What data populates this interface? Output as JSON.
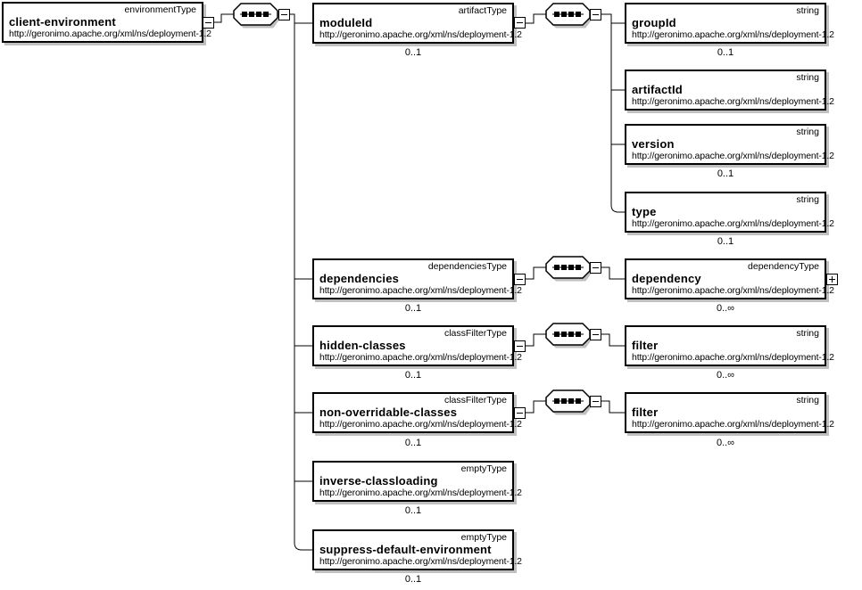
{
  "namespace": "http://geronimo.apache.org/xml/ns/deployment-1.2",
  "nodes": [
    {
      "name": "client-environment",
      "type": "environmentType",
      "url": "http://geronimo.apache.org/xml/ns/deployment-1.2"
    },
    {
      "name": "moduleId",
      "type": "artifactType",
      "url": "http://geronimo.apache.org/xml/ns/deployment-1.2",
      "occurrence": "0..1"
    },
    {
      "name": "dependencies",
      "type": "dependenciesType",
      "url": "http://geronimo.apache.org/xml/ns/deployment-1.2",
      "occurrence": "0..1"
    },
    {
      "name": "hidden-classes",
      "type": "classFilterType",
      "url": "http://geronimo.apache.org/xml/ns/deployment-1.2",
      "occurrence": "0..1"
    },
    {
      "name": "non-overridable-classes",
      "type": "classFilterType",
      "url": "http://geronimo.apache.org/xml/ns/deployment-1.2",
      "occurrence": "0..1"
    },
    {
      "name": "inverse-classloading",
      "type": "emptyType",
      "url": "http://geronimo.apache.org/xml/ns/deployment-1.2",
      "occurrence": "0..1"
    },
    {
      "name": "suppress-default-environment",
      "type": "emptyType",
      "url": "http://geronimo.apache.org/xml/ns/deployment-1.2",
      "occurrence": "0..1"
    },
    {
      "name": "groupId",
      "type": "string",
      "url": "http://geronimo.apache.org/xml/ns/deployment-1.2",
      "occurrence": "0..1"
    },
    {
      "name": "artifactId",
      "type": "string",
      "url": "http://geronimo.apache.org/xml/ns/deployment-1.2"
    },
    {
      "name": "version",
      "type": "string",
      "url": "http://geronimo.apache.org/xml/ns/deployment-1.2",
      "occurrence": "0..1"
    },
    {
      "name": "type",
      "type": "string",
      "url": "http://geronimo.apache.org/xml/ns/deployment-1.2",
      "occurrence": "0..1"
    },
    {
      "name": "dependency",
      "type": "dependencyType",
      "url": "http://geronimo.apache.org/xml/ns/deployment-1.2",
      "occurrence": "0..∞"
    },
    {
      "name": "filter",
      "type": "string",
      "url": "http://geronimo.apache.org/xml/ns/deployment-1.2",
      "occurrence": "0..∞"
    },
    {
      "name": "filter",
      "type": "string",
      "url": "http://geronimo.apache.org/xml/ns/deployment-1.2",
      "occurrence": "0..∞"
    }
  ]
}
